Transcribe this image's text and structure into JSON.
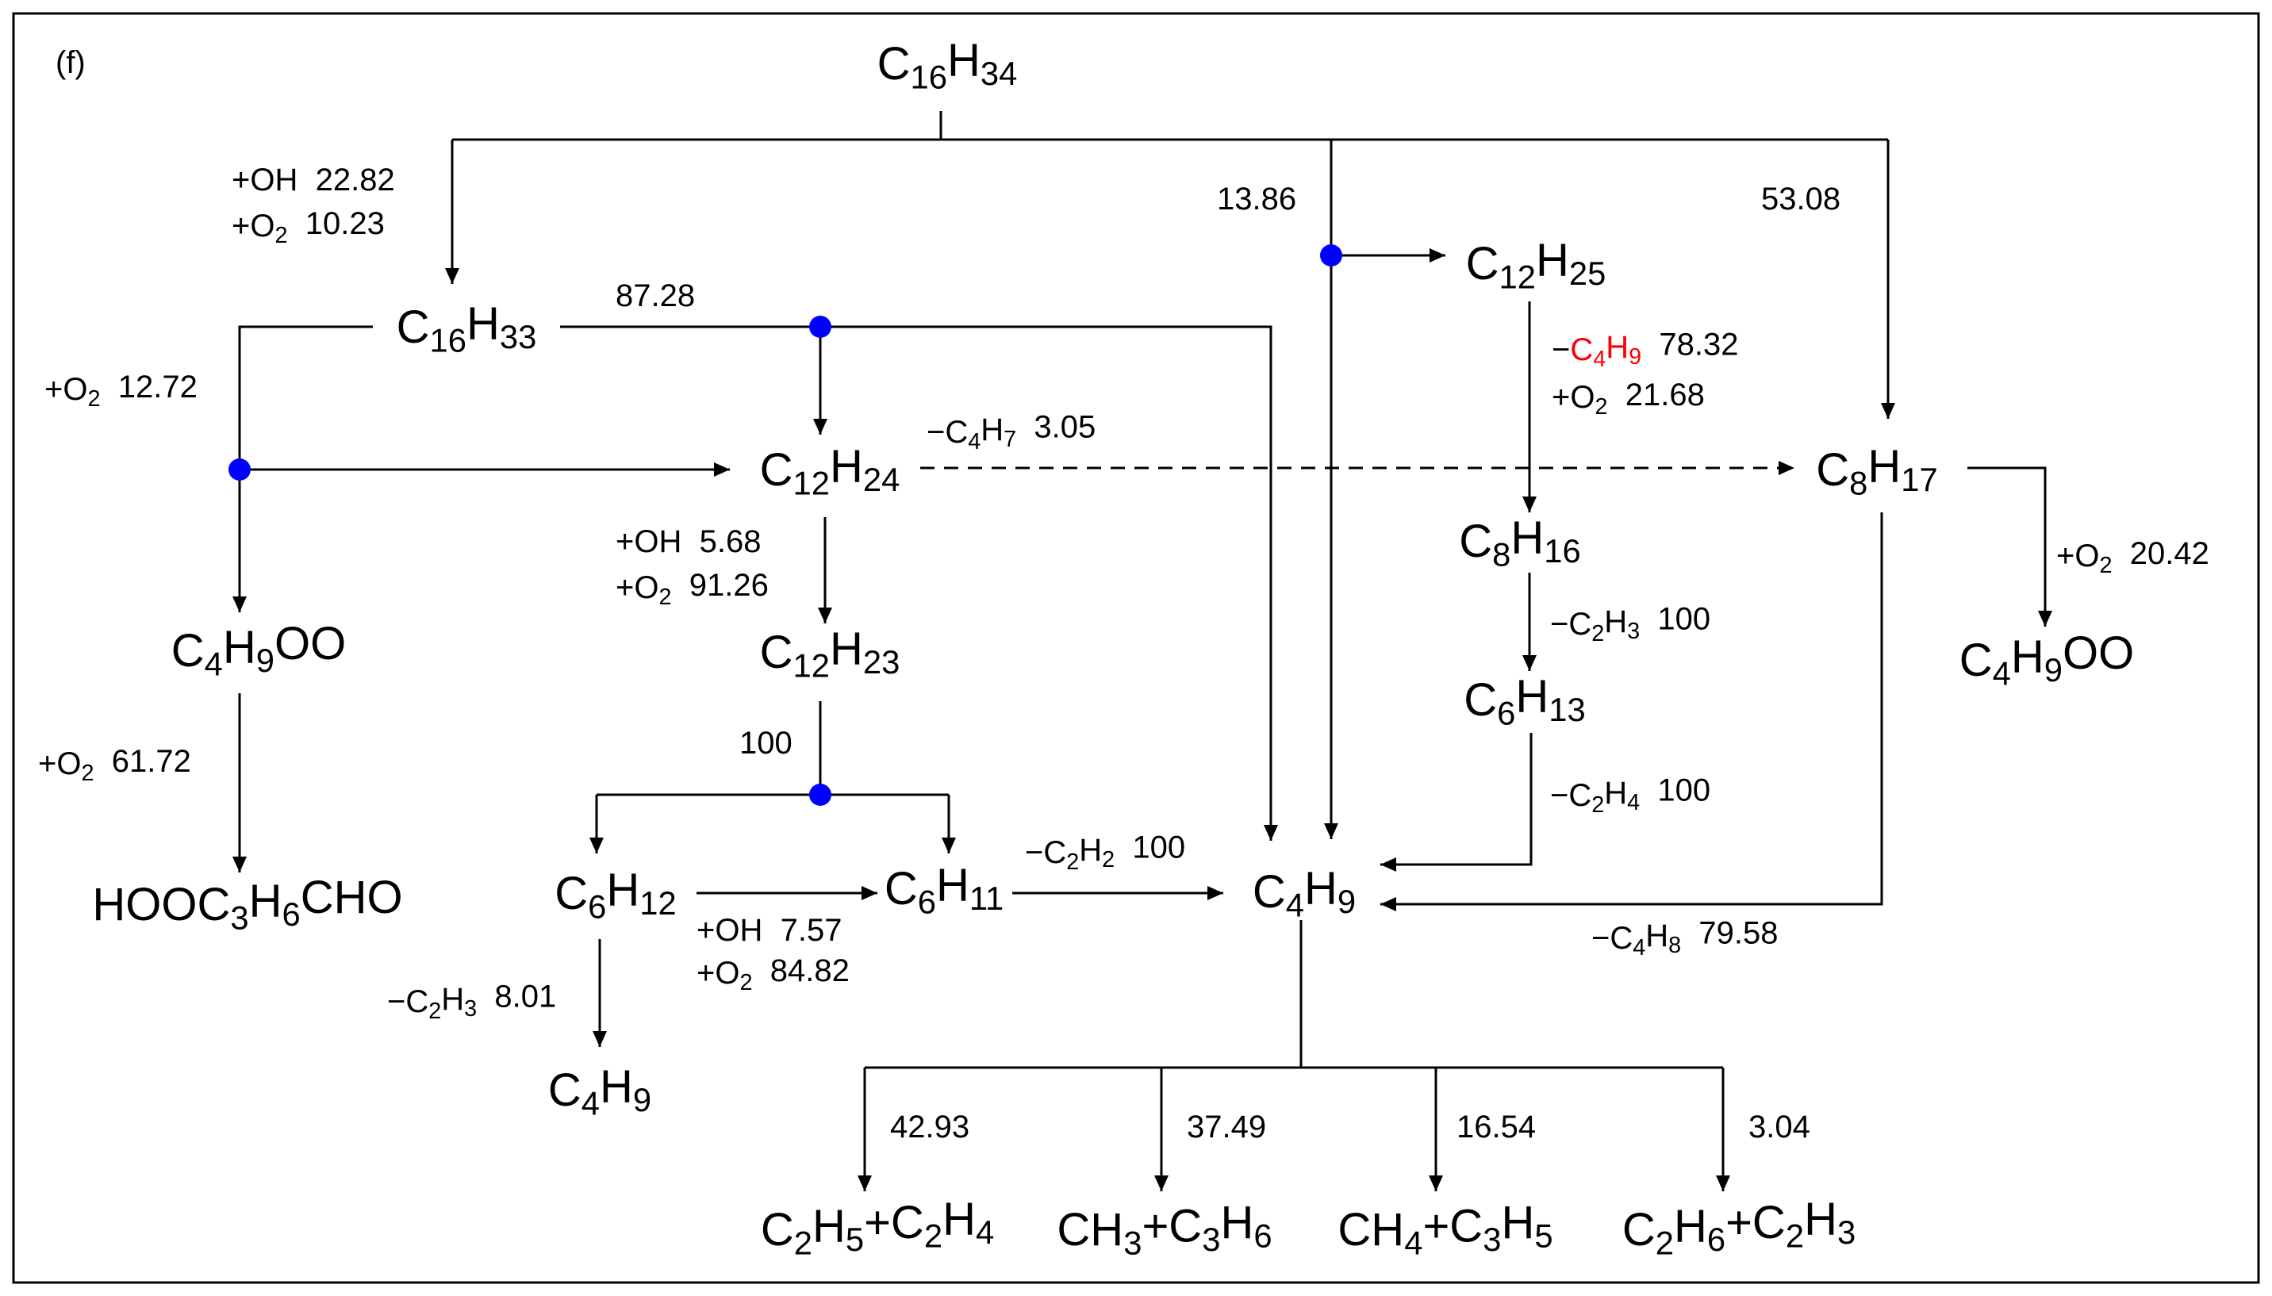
{
  "panel_label": "(f)",
  "colors": {
    "line": "#000000",
    "dot": "#0000ff",
    "red": "#ff0000",
    "green": "#00b050"
  },
  "nodes": {
    "c16h34": [
      [
        "C"
      ],
      [
        "16",
        "sub"
      ],
      [
        "H"
      ],
      [
        "34",
        "sub"
      ]
    ],
    "c16h33": [
      [
        "C"
      ],
      [
        "16",
        "sub"
      ],
      [
        "H"
      ],
      [
        "33",
        "sub"
      ]
    ],
    "c12h25": [
      [
        "C"
      ],
      [
        "12",
        "sub"
      ],
      [
        "H"
      ],
      [
        "25",
        "sub"
      ]
    ],
    "c12h24": [
      [
        "C"
      ],
      [
        "12",
        "sub"
      ],
      [
        "H"
      ],
      [
        "24",
        "sub"
      ]
    ],
    "c8h17": [
      [
        "C"
      ],
      [
        "8",
        "sub"
      ],
      [
        "H"
      ],
      [
        "17",
        "sub"
      ]
    ],
    "c8h16": [
      [
        "C"
      ],
      [
        "8",
        "sub"
      ],
      [
        "H"
      ],
      [
        "16",
        "sub"
      ]
    ],
    "c12h23": [
      [
        "C"
      ],
      [
        "12",
        "sub"
      ],
      [
        "H"
      ],
      [
        "23",
        "sub"
      ]
    ],
    "c6h13": [
      [
        "C"
      ],
      [
        "6",
        "sub"
      ],
      [
        "H"
      ],
      [
        "13",
        "sub"
      ]
    ],
    "c4h9oo_left": [
      [
        "C"
      ],
      [
        "4",
        "sub"
      ],
      [
        "H"
      ],
      [
        "9",
        "sub"
      ],
      [
        "OO"
      ]
    ],
    "c4h9oo_right": [
      [
        "C"
      ],
      [
        "4",
        "sub"
      ],
      [
        "H"
      ],
      [
        "9",
        "sub"
      ],
      [
        "OO"
      ]
    ],
    "hooc3h6cho": [
      [
        "HOOC"
      ],
      [
        "3",
        "sub"
      ],
      [
        "H"
      ],
      [
        "6",
        "sub"
      ],
      [
        "CHO"
      ]
    ],
    "c6h12": [
      [
        "C"
      ],
      [
        "6",
        "sub"
      ],
      [
        "H"
      ],
      [
        "12",
        "sub"
      ]
    ],
    "c6h11": [
      [
        "C"
      ],
      [
        "6",
        "sub"
      ],
      [
        "H"
      ],
      [
        "11",
        "sub"
      ]
    ],
    "c4h9_center": [
      [
        "C"
      ],
      [
        "4",
        "sub"
      ],
      [
        "H"
      ],
      [
        "9",
        "sub"
      ]
    ],
    "c4h9_bottom": [
      [
        "C"
      ],
      [
        "4",
        "sub"
      ],
      [
        "H"
      ],
      [
        "9",
        "sub"
      ]
    ],
    "c2h5_c2h4": [
      [
        "C"
      ],
      [
        "2",
        "sub"
      ],
      [
        "H"
      ],
      [
        "5",
        "sub"
      ],
      [
        "+C"
      ],
      [
        "2",
        "sub"
      ],
      [
        "H"
      ],
      [
        "4",
        "sub"
      ]
    ],
    "ch3_c3h6": [
      [
        "CH"
      ],
      [
        "3",
        "sub"
      ],
      [
        "+C"
      ],
      [
        "3",
        "sub"
      ],
      [
        "H"
      ],
      [
        "6",
        "sub"
      ]
    ],
    "ch4_c3h5": [
      [
        "CH"
      ],
      [
        "4",
        "sub"
      ],
      [
        "+C"
      ],
      [
        "3",
        "sub"
      ],
      [
        "H"
      ],
      [
        "5",
        "sub"
      ]
    ],
    "c2h6_c2h3": [
      [
        "C"
      ],
      [
        "2",
        "sub"
      ],
      [
        "H"
      ],
      [
        "6",
        "sub"
      ],
      [
        "+C"
      ],
      [
        "2",
        "sub"
      ],
      [
        "H"
      ],
      [
        "3",
        "sub"
      ]
    ]
  },
  "labels": {
    "oh_22_82": [
      [
        "+OH  22.82"
      ]
    ],
    "o2_10_23": [
      [
        "+O"
      ],
      [
        "2",
        "sub"
      ],
      [
        "  10.23"
      ]
    ],
    "val_13_86": [
      [
        "13.86"
      ]
    ],
    "val_53_08": [
      [
        "53.08"
      ]
    ],
    "val_87_28": [
      [
        "87.28"
      ]
    ],
    "o2_12_72": [
      [
        "+O"
      ],
      [
        "2",
        "sub"
      ],
      [
        "  12.72"
      ]
    ],
    "minus_c4h9_78_32": [
      [
        "−"
      ],
      [
        "C",
        "red"
      ],
      [
        "4",
        "subred"
      ],
      [
        "H",
        "red"
      ],
      [
        "9",
        "subred"
      ],
      [
        "  78.32"
      ]
    ],
    "o2_21_68": [
      [
        "+O"
      ],
      [
        "2",
        "sub"
      ],
      [
        "  21.68"
      ]
    ],
    "minus_c4h7_3_05": [
      [
        "−C"
      ],
      [
        "4",
        "sub"
      ],
      [
        "H"
      ],
      [
        "7",
        "sub"
      ],
      [
        "  3.05"
      ]
    ],
    "oh_5_68": [
      [
        "+OH  5.68"
      ]
    ],
    "o2_91_26": [
      [
        "+O"
      ],
      [
        "2",
        "sub"
      ],
      [
        "  91.26"
      ]
    ],
    "minus_c2h3_100": [
      [
        "−C"
      ],
      [
        "2",
        "sub"
      ],
      [
        "H"
      ],
      [
        "3",
        "sub"
      ],
      [
        "  100"
      ]
    ],
    "o2_20_42": [
      [
        "+O"
      ],
      [
        "2",
        "sub"
      ],
      [
        "  20.42"
      ]
    ],
    "o2_61_72": [
      [
        "+O"
      ],
      [
        "2",
        "sub"
      ],
      [
        "  61.72"
      ]
    ],
    "val_100": [
      [
        "100"
      ]
    ],
    "minus_c2h4_100": [
      [
        "−C"
      ],
      [
        "2",
        "sub"
      ],
      [
        "H"
      ],
      [
        "4",
        "sub"
      ],
      [
        "  100"
      ]
    ],
    "minus_c2h2_100": [
      [
        "−C"
      ],
      [
        "2",
        "sub"
      ],
      [
        "H"
      ],
      [
        "2",
        "sub"
      ],
      [
        "  100"
      ]
    ],
    "oh_7_57": [
      [
        "+OH  7.57"
      ]
    ],
    "o2_84_82": [
      [
        "+O"
      ],
      [
        "2",
        "sub"
      ],
      [
        "  84.82"
      ]
    ],
    "minus_c4h8_79_58": [
      [
        "−C"
      ],
      [
        "4",
        "sub"
      ],
      [
        "H"
      ],
      [
        "8",
        "sub"
      ],
      [
        "  79.58"
      ]
    ],
    "minus_c2h3_8_01": [
      [
        "−C"
      ],
      [
        "2",
        "sub"
      ],
      [
        "H"
      ],
      [
        "3",
        "sub"
      ],
      [
        "  8.01"
      ]
    ],
    "val_42_93": [
      [
        "42.93"
      ]
    ],
    "val_37_49": [
      [
        "37.49"
      ]
    ],
    "val_16_54": [
      [
        "16.54"
      ]
    ],
    "val_3_04": [
      [
        "3.04"
      ]
    ]
  }
}
